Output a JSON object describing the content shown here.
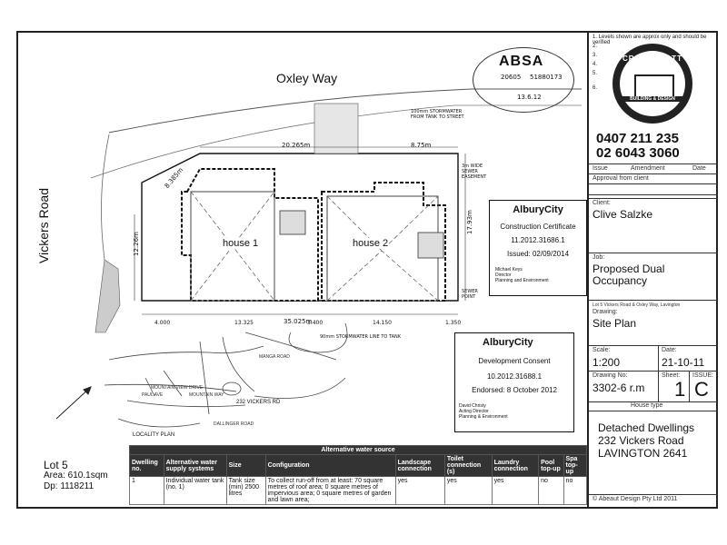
{
  "plan": {
    "street_top": "Oxley Way",
    "street_left": "Vickers Road",
    "house1": "house 1",
    "house2": "house 2",
    "dim_top_left": "20.265m",
    "dim_top_right": "8.75m",
    "dim_diag": "8.385m",
    "dim_left": "12.26m",
    "dim_right": "17.93m",
    "dim_bottom": "35.025m",
    "dim_b1": "4.000",
    "dim_b2": "13.325",
    "dim_b3": "3.400",
    "dim_b4": "14.150",
    "dim_b5": "1.350",
    "stormwater_note": "100mm STORMWATER FROM TANK TO STREET",
    "sewer_note": "3m WIDE SEWER EASEMENT",
    "sewer_point": "SEWER POINT",
    "stormwater_note2": "90mm STORMWATER LINE TO TANK",
    "locality_label": "LOCALITY PLAN",
    "locality_road": "232 VICKERS RD",
    "loc_streets": [
      "MOUNTAIN VIEW DRIVE",
      "PAUL AVE",
      "MOUNTAIN WAY",
      "MANGA ROAD",
      "DALLINGER ROAD"
    ]
  },
  "lot": {
    "title": "Lot 5",
    "area": "Area: 610.1sqm",
    "dp": "Dp: 1118211"
  },
  "cc_stamp": {
    "org": "AlburyCity",
    "title": "Construction Certificate",
    "number": "11.2012.31686.1",
    "issued": "Issued: 02/09/2014",
    "signer": "Michael Keys",
    "role1": "Director",
    "role2": "Planning and Environment"
  },
  "dc_stamp": {
    "org": "AlburyCity",
    "title": "Development Consent",
    "number": "10.2012.31688.1",
    "endorsed": "Endorsed: 8 October 2012",
    "signer": "David Christy",
    "role1": "Acting Director",
    "role2": "Planning & Environment"
  },
  "absa": {
    "logo": "ABSA",
    "line1": "20605",
    "line2": "51880173",
    "date": "13.6.12"
  },
  "water_table": {
    "title": "Alternative water source",
    "headers": [
      "Dwelling no.",
      "Alternative water supply systems",
      "Size",
      "Configuration",
      "Landscape connection",
      "Toilet connection (s)",
      "Laundry connection",
      "Pool top-up",
      "Spa top-up"
    ],
    "row": [
      "1",
      "Individual water tank (no. 1)",
      "Tank size (min) 2500 litres",
      "To collect run-off from at least: 70 square metres of roof area; 0 square metres of impervious area; 0 square metres of garden and lawn area;",
      "yes",
      "yes",
      "yes",
      "no",
      "no"
    ]
  },
  "title_block": {
    "notes": [
      "1. Levels shown are approx only and should be verified",
      "2.",
      "3.",
      "4.",
      "5.",
      "6."
    ],
    "company": "CRAIG SCOTT",
    "company2": "BUILDING & DESIGN",
    "phone1": "0407 211 235",
    "phone2": "02 6043 3060",
    "issue_h": "Issue",
    "amend_h": "Amendment",
    "date_h": "Date",
    "approval": "Approval from client",
    "client_label": "Client:",
    "client": "Clive Salzke",
    "job_label": "Job:",
    "job1": "Proposed Dual",
    "job2": "Occupancy",
    "address_small": "Lot 5 Vickers Road & Oxley Way, Lavington",
    "drawing_label": "Drawing:",
    "drawing": "Site Plan",
    "scale_label": "Scale:",
    "scale": "1:200",
    "date_label": "Date:",
    "date": "21-10-11",
    "dwg_label": "Drawing No:",
    "dwg": "3302-6 r.m",
    "sheet_label": "Sheet:",
    "sheet": "1",
    "issue_label": "ISSUE:",
    "issue": "C",
    "house_type_label": "House type",
    "desc1": "Detached Dwellings",
    "desc2": "232 Vickers Road",
    "desc3": "LAVINGTON   2641",
    "copyright": "© Abeaut Design Pty Ltd 2011"
  }
}
